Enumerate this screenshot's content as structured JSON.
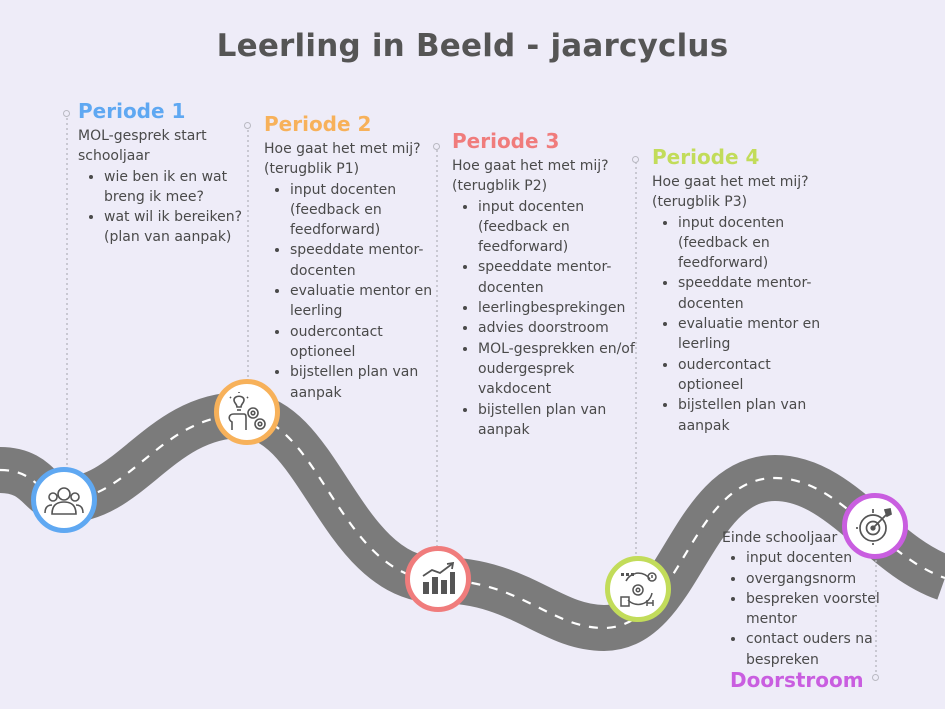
{
  "title": "Leerling in Beeld - jaarcyclus",
  "colors": {
    "p1": "#5fa8f2",
    "p2": "#f7b15a",
    "p3": "#f07c7c",
    "p4": "#c2dc5a",
    "end": "#c95ee0",
    "road": "#7b7b7b"
  },
  "periods": [
    {
      "title": "Periode 1",
      "intro": "MOL-gesprek start schooljaar",
      "items": [
        "wie ben ik en wat breng ik mee?",
        "wat wil ik bereiken? (plan van aanpak)"
      ],
      "icon": "people-icon"
    },
    {
      "title": "Periode 2",
      "intro": "Hoe gaat het met mij? (terugblik P1)",
      "items": [
        "input docenten (feedback en feedforward)",
        "speeddate mentor-docenten",
        "evaluatie mentor en leerling",
        "oudercontact optioneel",
        "bijstellen plan van aanpak"
      ],
      "icon": "idea-gears-icon"
    },
    {
      "title": "Periode 3",
      "intro": "Hoe gaat het met mij? (terugblik P2)",
      "items": [
        "input docenten (feedback en feedforward)",
        "speeddate mentor-docenten",
        "leerlingbesprekingen",
        "advies doorstroom",
        "MOL-gesprekken en/of oudergesprek vakdocent",
        "bijstellen plan van aanpak"
      ],
      "icon": "bar-chart-icon"
    },
    {
      "title": "Periode 4",
      "intro": "Hoe gaat het met mij? (terugblik P3)",
      "items": [
        "input docenten (feedback en feedforward)",
        "speeddate mentor-docenten",
        "evaluatie mentor en leerling",
        "oudercontact optioneel",
        "bijstellen plan van aanpak"
      ],
      "icon": "process-icon"
    }
  ],
  "end": {
    "title": "Doorstroom",
    "intro": "Einde schooljaar",
    "items": [
      "input docenten",
      "overgangsnorm",
      "bespreken voorstel mentor",
      "contact ouders na bespreken"
    ],
    "icon": "target-icon"
  }
}
